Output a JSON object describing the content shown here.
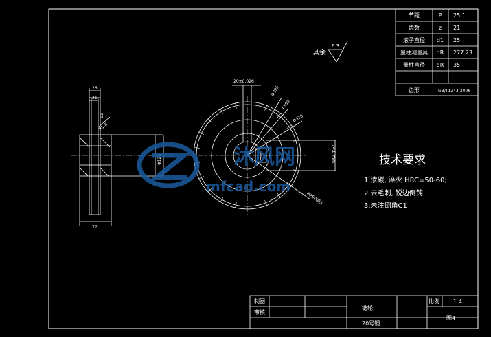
{
  "drawing": {
    "background": "#000000",
    "line_color": "#ffffff",
    "watermark_color": "#1c5b9e"
  },
  "param_table": {
    "rows": [
      {
        "name": "节距",
        "symbol": "P",
        "value": "25.1"
      },
      {
        "name": "齿数",
        "symbol": "z",
        "value": "21"
      },
      {
        "name": "滚子直径",
        "symbol": "d1",
        "value": "25"
      },
      {
        "name": "量柱测量具",
        "symbol": "dR",
        "value": "277.23"
      },
      {
        "name": "量柱直径",
        "symbol": "dR",
        "value": "35"
      },
      {
        "name": "齿形",
        "symbol": "",
        "value": "GB/T1243-2006"
      }
    ]
  },
  "roughness": {
    "label": "其余",
    "value": "6.3"
  },
  "front_view": {
    "dim_top": "26",
    "dim_second": "21",
    "dim_chamfer": "11",
    "dim_angle": "R1.8",
    "dim_bore": "Φ126",
    "dim_bottom": "77"
  },
  "side_view": {
    "tolerance": "20±0.026",
    "dim_outer": "Φ395",
    "dim_pitch": "Φ360",
    "dim_root": "Φ370",
    "dim_hub": "Φ250(配)",
    "dim_keyway": "74.8 mm"
  },
  "watermark": {
    "text": "沐风网",
    "url": "mfcad.com"
  },
  "tech": {
    "title": "技术要求",
    "items": [
      "1.渗碳, 淬火 HRC=50-60;",
      "2.去毛刺, 锐边倒钝",
      "3.未注倒角C1"
    ]
  },
  "title_block": {
    "drawn_label": "制图",
    "checked_label": "审核",
    "part_name": "链轮",
    "material": "20号钢",
    "scale_label": "比例",
    "scale_value": "1:4",
    "drawing_no": "图4"
  }
}
